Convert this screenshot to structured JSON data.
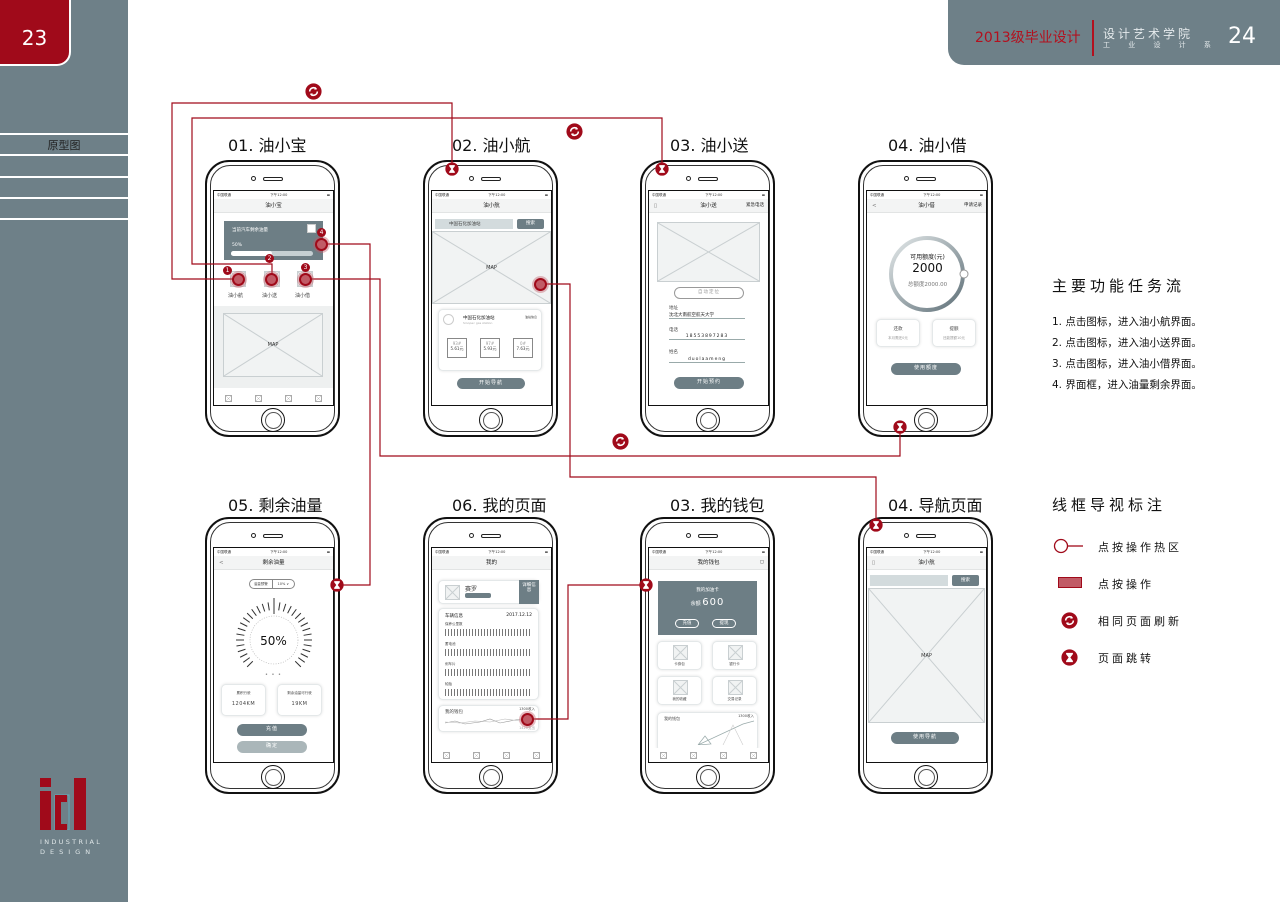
{
  "page": {
    "left_number": "23",
    "right_number": "24",
    "section": "原型图"
  },
  "header": {
    "year_title": "2013级毕业设计",
    "school": "设计艺术学院",
    "department": "工 业 设 计 系"
  },
  "logo": {
    "mark": "id",
    "line1": "INDUSTRIAL",
    "line2": "DESIGN"
  },
  "colors": {
    "accent": "#a00a1a",
    "sidebar": "#6e8088",
    "ui_dark": "#6d7e85"
  },
  "status_bar": {
    "carrier": "中国联通",
    "time": "下午12:00"
  },
  "screens": {
    "s1": {
      "label": "01. 油小宝",
      "title": "油小宝",
      "card_text": "当前汽车剩余油量",
      "fuel_percent_text": "50%",
      "fuel_level": 0.5,
      "icons": [
        "油小航",
        "油小送",
        "油小借"
      ],
      "map": "MAP",
      "hotspots": [
        "1",
        "2",
        "3",
        "4"
      ]
    },
    "s2": {
      "label": "02. 油小航",
      "title": "油小航",
      "search_value": "中国石化加油站",
      "search_button": "搜索",
      "map": "MAP",
      "station_name": "中国石化加油站",
      "station_en": "Sinopec gas station",
      "station_info": "油站信息",
      "prices": [
        {
          "grade": "93#",
          "price": "5.61元"
        },
        {
          "grade": "97#",
          "price": "5.93元"
        },
        {
          "grade": "0#",
          "price": "7.63元"
        }
      ],
      "button": "开始导航"
    },
    "s3": {
      "label": "03. 油小送",
      "title": "油小送",
      "right_action": "紧急电话",
      "locate_button": "自动定位",
      "address_label": "地址",
      "address_value": "沈北大南航空航天大学",
      "phone_label": "电话",
      "phone_value": "18553897283",
      "name_label": "姓名",
      "name_value": "duolaameng",
      "button": "开始预约"
    },
    "s4": {
      "label": "04. 油小借",
      "title": "油小借",
      "back": "<",
      "right_action": "申请记录",
      "ring_label": "可用额度(元)",
      "available": "2000",
      "total": "总额度2000.00",
      "repay_title": "还款",
      "repay_sub": "本月需还0元",
      "raise_title": "提额",
      "raise_sub": "还能提额10元",
      "button": "使用额度"
    },
    "s5": {
      "label": "05. 剩余油量",
      "title": "剩余油量",
      "back": "<",
      "warn_label": "油量预警",
      "warn_value": "10% ∨",
      "gauge_text": "50%",
      "gauge_level": 0.5,
      "stat1_title": "累积行驶",
      "stat1_value": "1204KM",
      "stat2_title": "剩余油量可行驶",
      "stat2_value": "19KM",
      "button1": "充值",
      "button2": "确定"
    },
    "s6": {
      "label": "06. 我的页面",
      "title": "我的",
      "user_name": "赛罗",
      "detail_button": "详细信息",
      "vehicle_title": "车辆信息",
      "vehicle_date": "2017.12.12",
      "vehicle_items": [
        "保养公里数",
        "蓄电池",
        "刹车片",
        "轮胎"
      ],
      "wallet_title": "我的钱包",
      "income": "1300收入",
      "expense": "1420支出"
    },
    "s7": {
      "label": "03. 我的钱包",
      "title": "我的钱包",
      "card_title": "我的加油卡",
      "balance_label": "余额",
      "balance": "600",
      "recharge": "充值",
      "withdraw": "提现",
      "tiles": [
        "卡券包",
        "银行卡",
        "我的收藏",
        "交易记录"
      ],
      "wallet_title": "我的钱包",
      "income": "1300收入"
    },
    "s8": {
      "label": "04. 导航页面",
      "title": "油小航",
      "search_button": "搜索",
      "map": "MAP",
      "button": "使用导航"
    }
  },
  "tasks": {
    "title": "主要功能任务流",
    "items": [
      "1. 点击图标，进入油小航界面。",
      "2. 点击图标，进入油小送界面。",
      "3. 点击图标，进入油小借界面。",
      "4. 界面框，进入油量剩余界面。"
    ]
  },
  "legend": {
    "title": "线框导视标注",
    "items": [
      {
        "icon": "hotspot-line-icon",
        "label": "点按操作热区"
      },
      {
        "icon": "tap-rect-icon",
        "label": "点按操作"
      },
      {
        "icon": "refresh-icon",
        "label": "相同页面刷新"
      },
      {
        "icon": "page-jump-icon",
        "label": "页面跳转"
      }
    ]
  }
}
